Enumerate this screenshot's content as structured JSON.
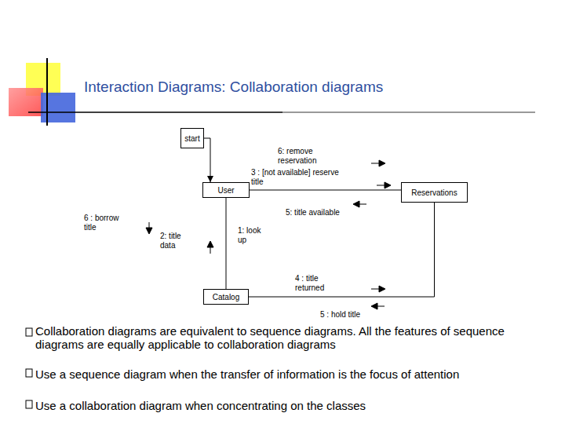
{
  "diagram": {
    "title": "Interaction Diagrams: Collaboration diagrams",
    "nodes": [
      {
        "text": [
          "start"
        ]
      },
      {
        "text": [
          "User"
        ]
      },
      {
        "text": [
          "Reservations"
        ]
      },
      {
        "text": [
          "Catalog"
        ]
      }
    ],
    "edges": [
      {
        "from": 0,
        "to": 1,
        "arrow": "to"
      },
      {
        "from": 1,
        "to": 2,
        "arrow": "none"
      },
      {
        "from": 1,
        "to": 3,
        "arrow": "none"
      },
      {
        "from": 3,
        "to": 2,
        "arrow": "none"
      }
    ],
    "labels": [
      "6: remove reservation",
      "3 : [not available] reserve title",
      "5: title available",
      "6 : borrow title",
      "2: title data",
      "1: look up",
      "4 : title returned",
      "5 : hold title",
      "Collaboration diagrams are equivalent to sequence diagrams. All the features of sequence diagrams are equally applicable to collaboration diagrams",
      "Use a sequence diagram when the transfer of information is the focus of attention",
      "Use a collaboration diagram when concentrating on the classes"
    ]
  }
}
